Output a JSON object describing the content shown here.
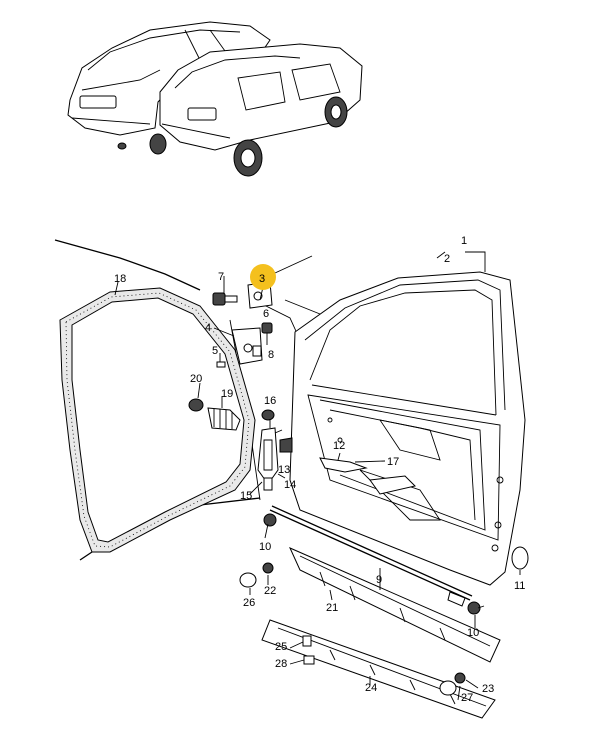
{
  "diagram": {
    "highlight_color": "#f4c01e",
    "callouts": [
      {
        "id": "c1",
        "text": "1"
      },
      {
        "id": "c2",
        "text": "2"
      },
      {
        "id": "c3",
        "text": "3",
        "highlighted": true
      },
      {
        "id": "c4",
        "text": "4"
      },
      {
        "id": "c5",
        "text": "5"
      },
      {
        "id": "c6",
        "text": "6"
      },
      {
        "id": "c7",
        "text": "7"
      },
      {
        "id": "c8",
        "text": "8"
      },
      {
        "id": "c9",
        "text": "9"
      },
      {
        "id": "c10a",
        "text": "10"
      },
      {
        "id": "c10b",
        "text": "10"
      },
      {
        "id": "c11",
        "text": "11"
      },
      {
        "id": "c12",
        "text": "12"
      },
      {
        "id": "c13",
        "text": "13"
      },
      {
        "id": "c14",
        "text": "14"
      },
      {
        "id": "c15",
        "text": "15"
      },
      {
        "id": "c16",
        "text": "16"
      },
      {
        "id": "c17",
        "text": "17"
      },
      {
        "id": "c18",
        "text": "18"
      },
      {
        "id": "c19",
        "text": "19"
      },
      {
        "id": "c20",
        "text": "20"
      },
      {
        "id": "c21",
        "text": "21"
      },
      {
        "id": "c22",
        "text": "22"
      },
      {
        "id": "c23",
        "text": "23"
      },
      {
        "id": "c24",
        "text": "24"
      },
      {
        "id": "c25",
        "text": "25"
      },
      {
        "id": "c26",
        "text": "26"
      },
      {
        "id": "c27",
        "text": "27"
      },
      {
        "id": "c28",
        "text": "28"
      }
    ]
  }
}
